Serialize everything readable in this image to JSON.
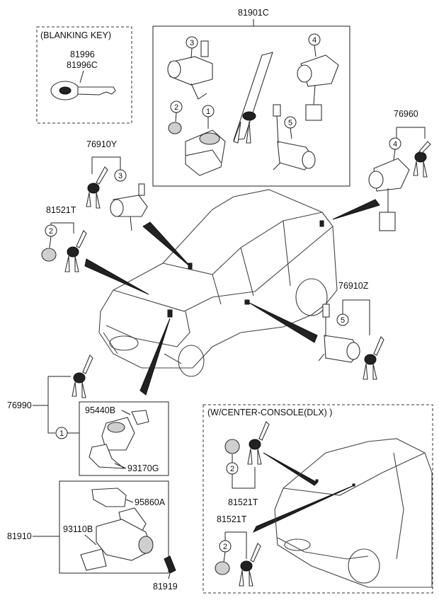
{
  "diagram": {
    "boxes": {
      "blanking_key_title": "(BLANKING KEY)",
      "center_console_title": "(W/CENTER-CONSOLE(DLX) )"
    },
    "part_numbers": {
      "p81901C": "81901C",
      "p81996": "81996",
      "p81996C": "81996C",
      "p76960": "76960",
      "p76910Y": "76910Y",
      "p81521T_a": "81521T",
      "p76910Z": "76910Z",
      "p76990": "76990",
      "p95440B": "95440B",
      "p93170G": "93170G",
      "p95860A": "95860A",
      "p81910": "81910",
      "p93110B": "93110B",
      "p81919": "81919",
      "p81521T_b": "81521T",
      "p81521T_c": "81521T"
    },
    "callouts": {
      "c1": "1",
      "c2": "2",
      "c3": "3",
      "c4": "4",
      "c5": "5"
    }
  }
}
